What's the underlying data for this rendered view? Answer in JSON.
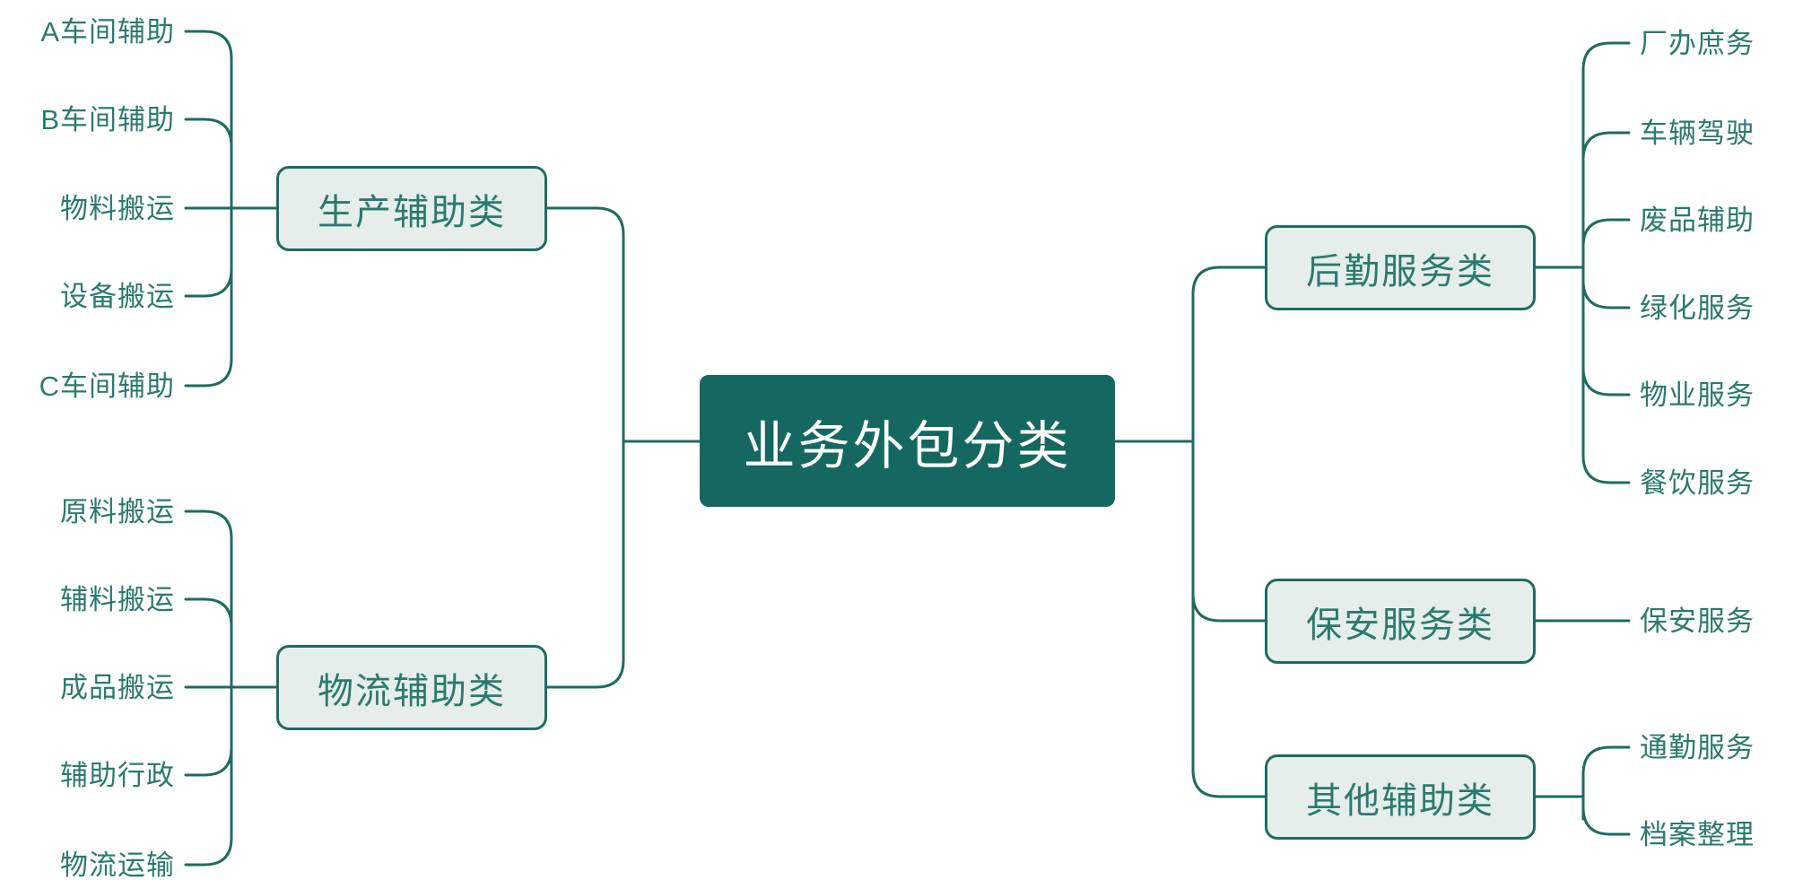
{
  "diagram": {
    "type": "mind-map",
    "title": "业务外包分类",
    "orientation": "horizontal-bidirectional",
    "colors": {
      "root_fill": "#146860",
      "root_text": "#ffffff",
      "branch_fill": "#e6eeec",
      "branch_border": "#1f6b60",
      "branch_text": "#2b7a6d",
      "leaf_text": "#2b7a6d",
      "connector": "#1f6b60",
      "background": "#ffffff"
    },
    "root": {
      "label": "业务外包分类"
    },
    "left_branches": [
      {
        "label": "生产辅助类",
        "leaves": [
          "A车间辅助",
          "B车间辅助",
          "物料搬运",
          "设备搬运",
          "C车间辅助"
        ]
      },
      {
        "label": "物流辅助类",
        "leaves": [
          "原料搬运",
          "辅料搬运",
          "成品搬运",
          "辅助行政",
          "物流运输"
        ]
      }
    ],
    "right_branches": [
      {
        "label": "后勤服务类",
        "leaves": [
          "厂办庶务",
          "车辆驾驶",
          "废品辅助",
          "绿化服务",
          "物业服务",
          "餐饮服务"
        ]
      },
      {
        "label": "保安服务类",
        "leaves": [
          "保安服务"
        ]
      },
      {
        "label": "其他辅助类",
        "leaves": [
          "通勤服务",
          "档案整理"
        ]
      }
    ]
  }
}
